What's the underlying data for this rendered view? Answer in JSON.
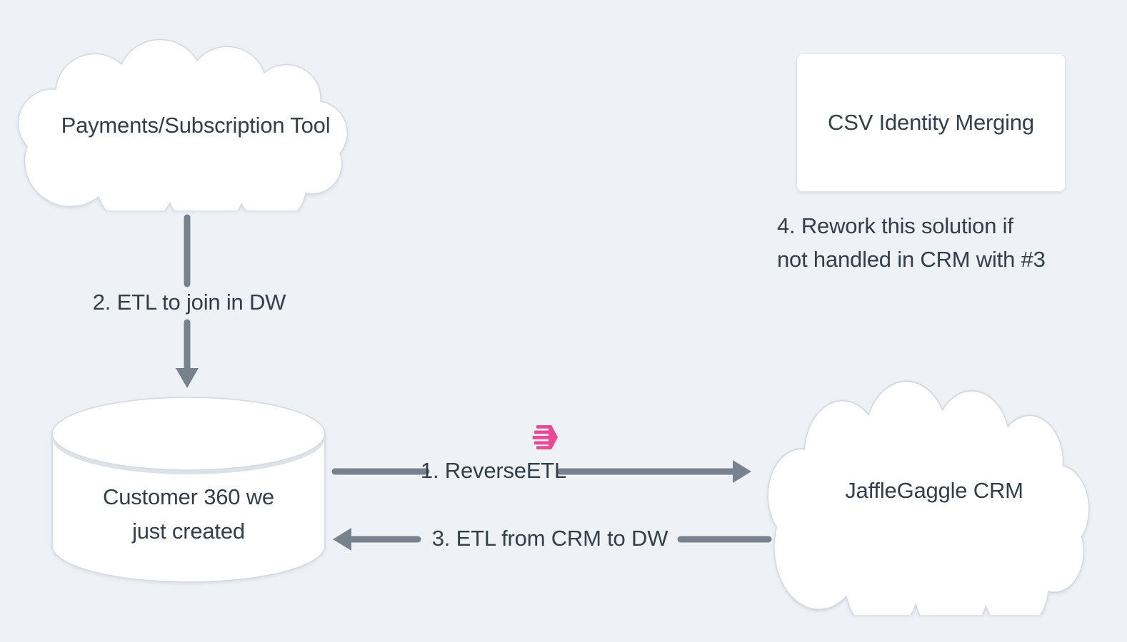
{
  "canvas": {
    "bg_color": "#eef1f6",
    "text_color": "#323f4b",
    "arrow_color": "#78828e",
    "shape_fill": "#ffffff",
    "shape_stroke": "#d3d9e0",
    "accent_pink": "#e94a93"
  },
  "nodes": {
    "payments_cloud": {
      "type": "cloud",
      "label": "Payments/Subscription Tool"
    },
    "csv_box": {
      "type": "rectangle",
      "label": "CSV Identity Merging"
    },
    "customer360_db": {
      "type": "cylinder",
      "label_line1": "Customer 360 we",
      "label_line2": "just created"
    },
    "jafflegaggle_cloud": {
      "type": "cloud",
      "label": "JaffleGaggle CRM"
    }
  },
  "edges": {
    "reverse_etl": {
      "label": "1. ReverseETL",
      "direction": "right",
      "from": "customer360_db",
      "to": "jafflegaggle_cloud"
    },
    "etl_join": {
      "label": "2. ETL to join in DW",
      "direction": "down",
      "from": "payments_cloud",
      "to": "customer360_db"
    },
    "etl_from_crm": {
      "label": "3. ETL from CRM to DW",
      "direction": "left",
      "from": "jafflegaggle_cloud",
      "to": "customer360_db"
    }
  },
  "annotations": {
    "rework_note": {
      "line1": "4. Rework this solution if",
      "line2": "not handled in CRM with #3"
    }
  },
  "icons": {
    "hightouch_logo": "hightouch-logo"
  }
}
